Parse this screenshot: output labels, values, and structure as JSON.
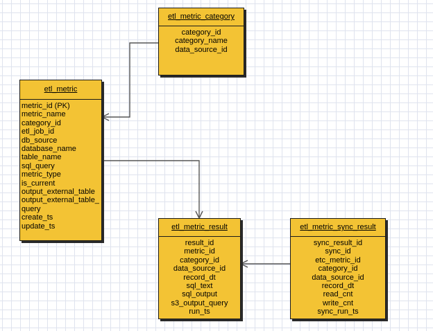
{
  "entities": {
    "etl_metric_category": {
      "name": "etl_metric_category",
      "fields": [
        "category_id",
        "category_name",
        "data_source_id"
      ]
    },
    "etl_metric": {
      "name": "etl_metric",
      "fields": [
        "metric_id (PK)",
        "metric_name",
        "category_id",
        "etl_job_id",
        "db_source",
        "database_name",
        "table_name",
        "sql_query",
        "metric_type",
        "is_current",
        "output_external_table",
        "output_external_table_",
        "query",
        "create_ts",
        "update_ts"
      ]
    },
    "etl_metric_result": {
      "name": "etl_metric_result",
      "fields": [
        "result_id",
        "metric_id",
        "category_id",
        "data_source_id",
        "record_dt",
        "sql_text",
        "sql_output",
        "s3_output_query",
        "run_ts"
      ]
    },
    "etl_metric_sync_result": {
      "name": "etl_metric_sync_result",
      "fields": [
        "sync_result_id",
        "sync_id",
        "etc_metric_id",
        "category_id",
        "data_source_id",
        "record_dt",
        "read_cnt",
        "write_cnt",
        "sync_run_ts"
      ]
    }
  },
  "colors": {
    "entity_fill": "#f3c334",
    "entity_border": "#1a1a1a",
    "link_stroke": "#555555",
    "grid": "#dfe3ee"
  }
}
